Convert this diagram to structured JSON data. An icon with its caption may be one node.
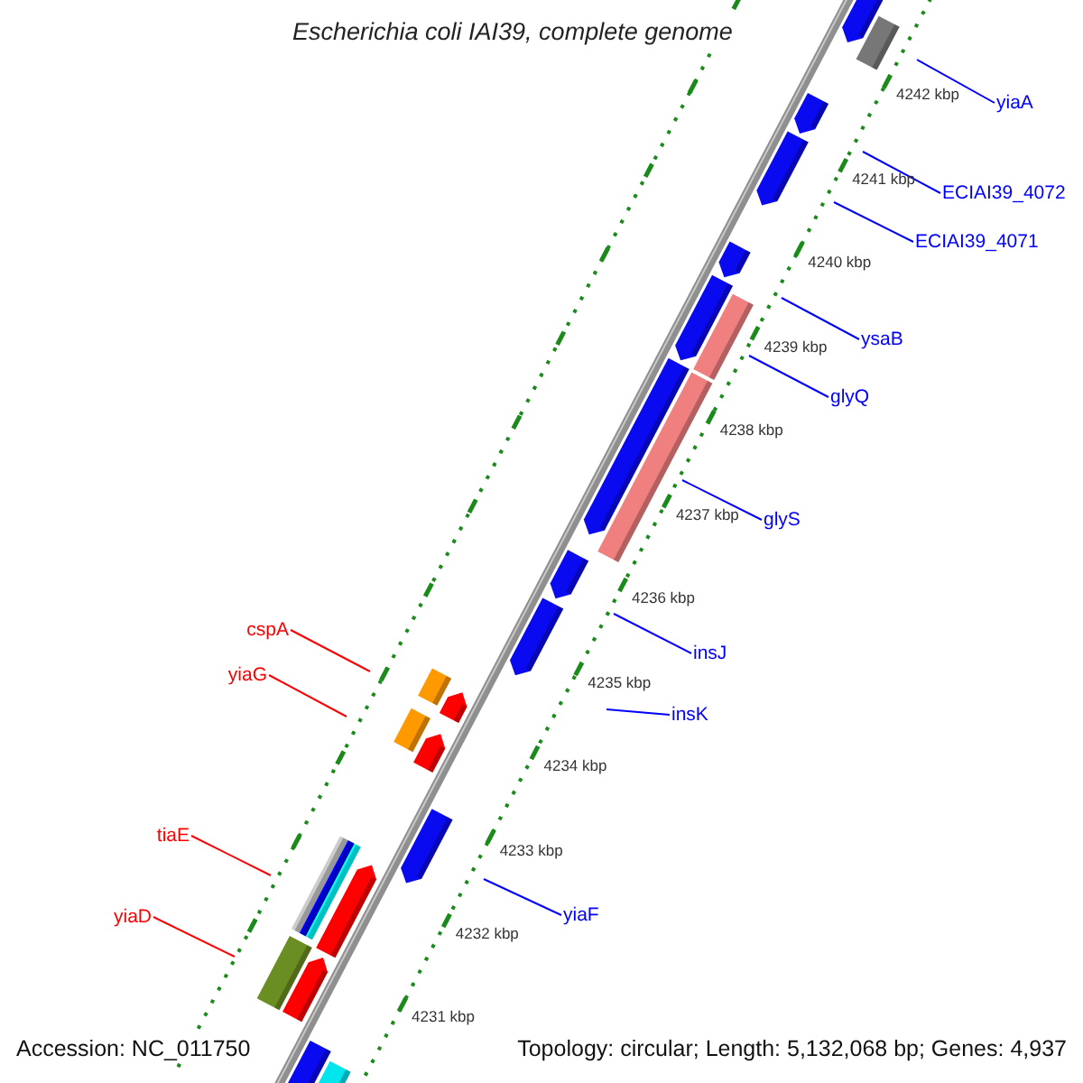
{
  "diagram": {
    "title": "Escherichia coli IAI39, complete genome",
    "nodes": [
      {
        "text": [
          "yiaA"
        ]
      },
      {
        "text": [
          "ECIAI39_4072"
        ]
      },
      {
        "text": [
          "ECIAI39_4071"
        ]
      },
      {
        "text": [
          "ysaB"
        ]
      },
      {
        "text": [
          "glyQ"
        ]
      },
      {
        "text": [
          "glyS"
        ]
      },
      {
        "text": [
          "cspA"
        ]
      },
      {
        "text": [
          "insJ"
        ]
      },
      {
        "text": [
          "yiaG"
        ]
      },
      {
        "text": [
          "insK"
        ]
      },
      {
        "text": [
          "tiaE"
        ]
      },
      {
        "text": [
          "yiaF"
        ]
      },
      {
        "text": [
          "yiaD"
        ]
      }
    ],
    "edges": [
      {
        "from": 0,
        "to": null,
        "arrow": "none"
      },
      {
        "from": 1,
        "to": null,
        "arrow": "none"
      },
      {
        "from": 2,
        "to": null,
        "arrow": "none"
      },
      {
        "from": 3,
        "to": null,
        "arrow": "none"
      },
      {
        "from": 4,
        "to": null,
        "arrow": "none"
      },
      {
        "from": 5,
        "to": null,
        "arrow": "none"
      },
      {
        "from": 6,
        "to": null,
        "arrow": "none",
        "color": "#ff0000"
      },
      {
        "from": 7,
        "to": null,
        "arrow": "none"
      },
      {
        "from": 8,
        "to": null,
        "arrow": "none",
        "color": "#ff0000"
      },
      {
        "from": 9,
        "to": null,
        "arrow": "none"
      },
      {
        "from": 10,
        "to": null,
        "arrow": "none",
        "color": "#ff0000"
      },
      {
        "from": 11,
        "to": null,
        "arrow": "none"
      },
      {
        "from": 12,
        "to": null,
        "arrow": "none",
        "color": "#ff0000"
      }
    ],
    "labels": [
      "4242 kbp",
      "4241 kbp",
      "4240 kbp",
      "4239 kbp",
      "4238 kbp",
      "4237 kbp",
      "4236 kbp",
      "4235 kbp",
      "4234 kbp",
      "4233 kbp",
      "4232 kbp",
      "4231 kbp",
      "Accession: NC_011750",
      "Topology: circular; Length: 5,132,068 bp; Genes: 4,937"
    ]
  }
}
